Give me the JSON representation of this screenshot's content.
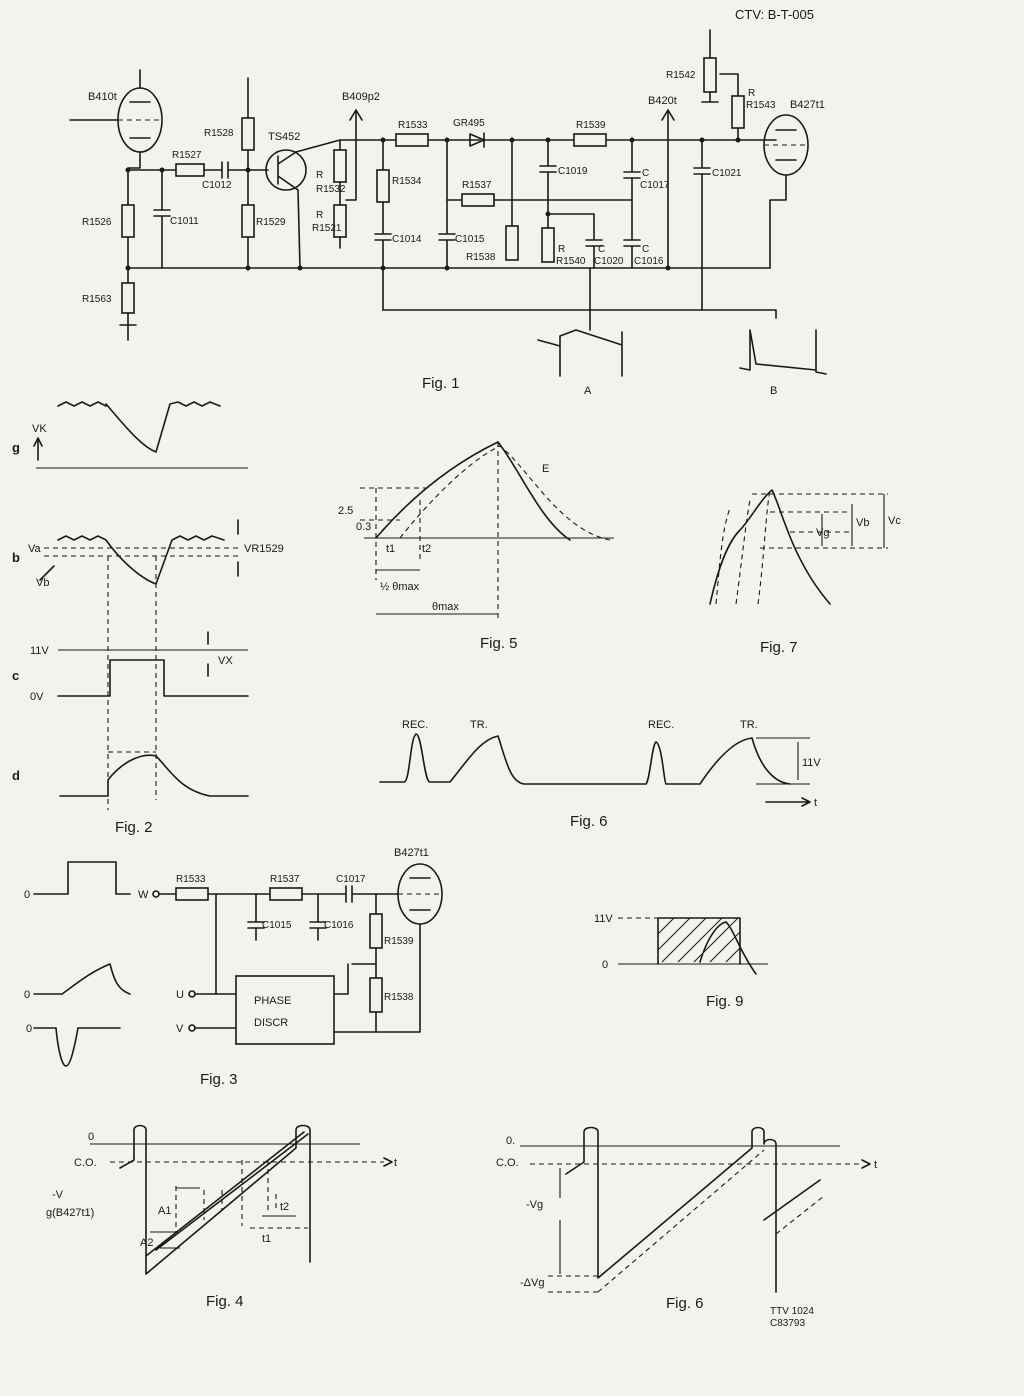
{
  "header": {
    "doc_ref": "CTV: B-T-005"
  },
  "fig1": {
    "caption": "Fig. 1",
    "tubes": [
      "B410t",
      "B409p2",
      "B420t",
      "B427t1"
    ],
    "resistors": [
      "R1526",
      "R1527",
      "R1528",
      "R1529",
      "R1532",
      "R1521",
      "R1533",
      "R1534",
      "R1537",
      "R1539",
      "R1538",
      "R1540",
      "R1542",
      "R1543",
      "R1563"
    ],
    "capacitors": [
      "C1011",
      "C1012",
      "C1014",
      "C1015",
      "C1019",
      "C1020",
      "C1016",
      "C1017",
      "C1021"
    ],
    "transistor": "TS452",
    "diode": "GR495",
    "resistor_prefix": "R",
    "capacitor_prefix": "C",
    "waveform_a": "A",
    "waveform_b": "B"
  },
  "fig2": {
    "caption": "Fig. 2",
    "rows": [
      "g",
      "b",
      "c",
      "d"
    ],
    "labels": {
      "vk": "VK",
      "va": "Va",
      "vb": "Vb",
      "vr1529": "VR1529",
      "v11": "11V",
      "v0": "0V",
      "vx": "VX"
    }
  },
  "fig3": {
    "caption": "Fig. 3",
    "resistors": [
      "R1533",
      "R1537",
      "R1539",
      "R1538"
    ],
    "capacitors": [
      "C1017",
      "C1015",
      "C1016"
    ],
    "tube": "B427t1",
    "phase_discr": [
      "PHASE",
      "DISCR"
    ],
    "inputs": [
      "W",
      "U",
      "V"
    ],
    "zero": "0"
  },
  "fig4": {
    "caption": "Fig. 4",
    "labels": {
      "zero": "0",
      "co": "C.O.",
      "t": "t",
      "minus_v": "-V",
      "grid": "g(B427t1)",
      "a1": "A1",
      "a2": "A2",
      "t1": "t1",
      "t2": "t2"
    }
  },
  "fig5": {
    "caption": "Fig. 5",
    "labels": {
      "v25": "2.5",
      "v03": "0.3",
      "t1": "t1",
      "t2": "t2",
      "half": "½ θmax",
      "qmax": "θmax",
      "e": "E"
    }
  },
  "fig6a": {
    "caption": "Fig. 6",
    "labels": {
      "rec": "REC.",
      "tr": "TR.",
      "v11": "11V",
      "t": "t"
    }
  },
  "fig7": {
    "caption": "Fig. 7",
    "labels": {
      "vg": "Vg",
      "vb": "Vb",
      "vc": "Vc"
    }
  },
  "fig9": {
    "caption": "Fig. 9",
    "labels": {
      "v11": "11V",
      "zero": "0"
    }
  },
  "fig6b": {
    "caption": "Fig. 6",
    "labels": {
      "zero": "0.",
      "co": "C.O.",
      "t": "t",
      "minus_vg": "-Vg",
      "delta_vg": "-ΔVg"
    },
    "stamp": [
      "TTV 1024",
      "C83793"
    ]
  }
}
